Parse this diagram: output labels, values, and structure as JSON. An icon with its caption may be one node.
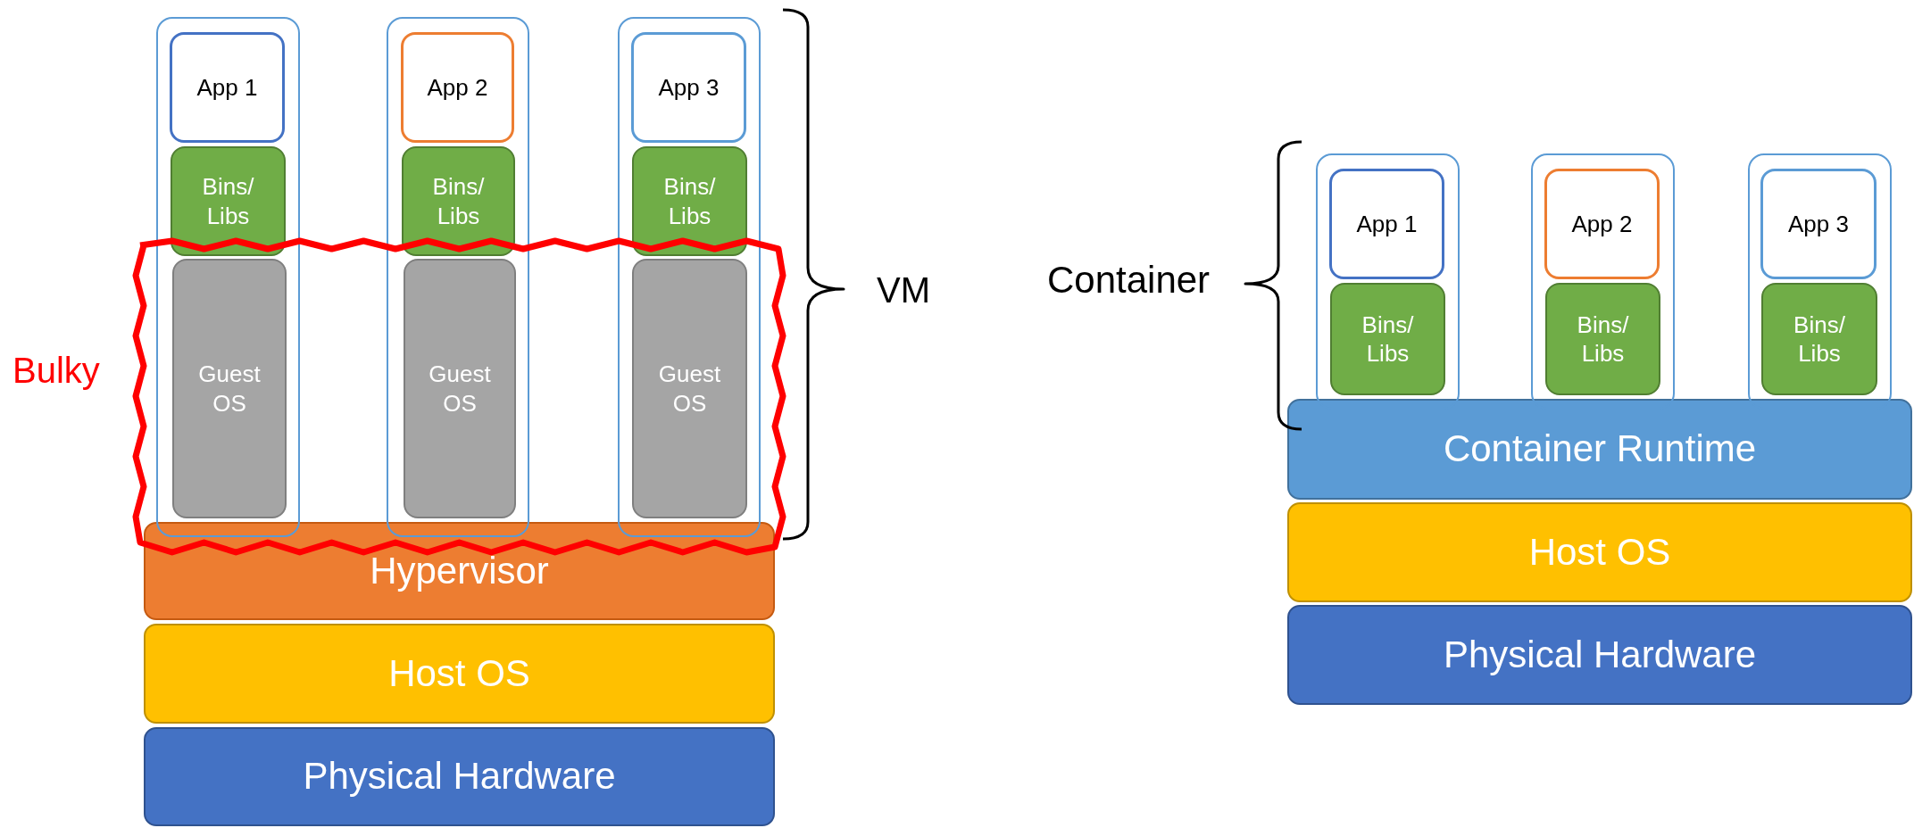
{
  "diagram": {
    "nodes": [
      {
        "text": [],
        "shape": "box"
      },
      {
        "text": [
          "App 1"
        ],
        "in": 0
      },
      {
        "text": [
          "Bins/ Libs"
        ],
        "in": 0
      },
      {
        "text": [
          "Guest OS"
        ],
        "in": 0
      },
      {
        "text": [],
        "shape": "box"
      },
      {
        "text": [
          "App 2"
        ],
        "in": 4
      },
      {
        "text": [
          "Bins/ Libs"
        ],
        "in": 4
      },
      {
        "text": [
          "Guest OS"
        ],
        "in": 4
      },
      {
        "text": [],
        "shape": "box"
      },
      {
        "text": [
          "App 3"
        ],
        "in": 8
      },
      {
        "text": [
          "Bins/ Libs"
        ],
        "in": 8
      },
      {
        "text": [
          "Guest OS"
        ],
        "in": 8
      },
      {
        "text": [
          "Hypervisor"
        ]
      },
      {
        "text": [
          "Host OS"
        ]
      },
      {
        "text": [
          "Physical Hardware"
        ]
      },
      {
        "text": [],
        "shape": "box"
      },
      {
        "text": [
          "App 1"
        ],
        "in": 15
      },
      {
        "text": [
          "Bins/ Libs"
        ],
        "in": 15
      },
      {
        "text": [],
        "shape": "box"
      },
      {
        "text": [
          "App 2"
        ],
        "in": 18
      },
      {
        "text": [
          "Bins/ Libs"
        ],
        "in": 18
      },
      {
        "text": [],
        "shape": "box"
      },
      {
        "text": [
          "App 3"
        ],
        "in": 21
      },
      {
        "text": [
          "Bins/ Libs"
        ],
        "in": 21
      },
      {
        "text": [
          "Container Runtime"
        ]
      },
      {
        "text": [
          "Host OS"
        ]
      },
      {
        "text": [
          "Physical Hardware"
        ]
      }
    ],
    "edges": [],
    "labels": [
      "Bulky",
      "VM",
      "Container"
    ]
  }
}
